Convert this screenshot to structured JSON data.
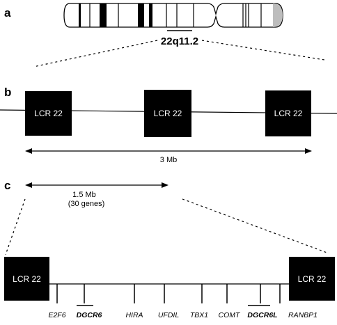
{
  "panels": {
    "a": "a",
    "b": "b",
    "c": "c"
  },
  "chromosome": {
    "band_label": "22q11.2",
    "centromere_color": "#bdbdbd",
    "band_color": "#000000"
  },
  "lcr_label": "LCR 22",
  "panel_b": {
    "span_label": "3 Mb"
  },
  "panel_c": {
    "span_label_line1": "1.5 Mb",
    "span_label_line2": "(30 genes)",
    "genes": [
      {
        "name": "E2F6",
        "bold": false,
        "underline": false
      },
      {
        "name": "DGCR6",
        "bold": true,
        "underline": true
      },
      {
        "name": "HIRA",
        "bold": false,
        "underline": false
      },
      {
        "name": "UFDIL",
        "bold": false,
        "underline": false
      },
      {
        "name": "TBX1",
        "bold": false,
        "underline": false
      },
      {
        "name": "COMT",
        "bold": false,
        "underline": false
      },
      {
        "name": "DGCR6L",
        "bold": true,
        "underline": true
      },
      {
        "name": "RANBP1",
        "bold": false,
        "underline": false
      }
    ]
  }
}
